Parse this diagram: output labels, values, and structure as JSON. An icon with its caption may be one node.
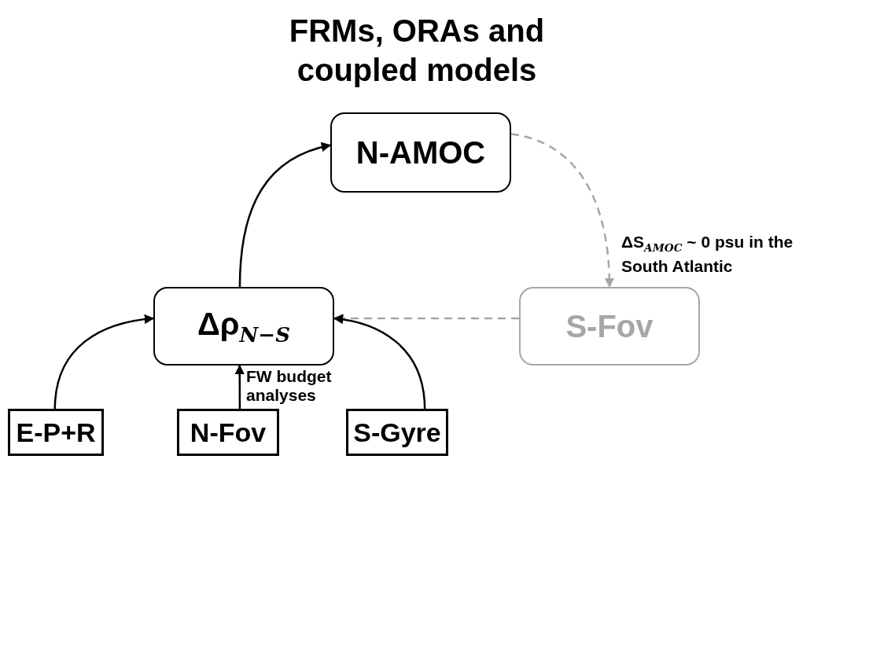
{
  "diagram": {
    "title": "FRMs, ORAs and coupled models",
    "nodes": [
      {
        "text": [
          "N-AMOC"
        ]
      },
      {
        "text": [
          "Δρ$_{N−S}$"
        ]
      },
      {
        "text": [
          "S-Fov"
        ]
      },
      {
        "text": [
          "E-P+R"
        ]
      },
      {
        "text": [
          "N-Fov"
        ]
      },
      {
        "text": [
          "S-Gyre"
        ]
      }
    ],
    "edges": [
      {
        "from": 1,
        "to": 0,
        "arrow": "to"
      },
      {
        "from": 0,
        "to": 2,
        "arrow": "to",
        "style": "dashed",
        "color": "#a6a6a6",
        "label": "ΔS$_{AMOC}$ ~ 0 psu in the South Atlantic"
      },
      {
        "from": 2,
        "to": 1,
        "arrow": "to",
        "style": "dashed",
        "color": "#a6a6a6"
      },
      {
        "from": 3,
        "to": 1,
        "arrow": "to"
      },
      {
        "from": 4,
        "to": 1,
        "arrow": "to",
        "label": "FW budget analyses"
      },
      {
        "from": 5,
        "to": 1,
        "arrow": "to"
      }
    ]
  }
}
